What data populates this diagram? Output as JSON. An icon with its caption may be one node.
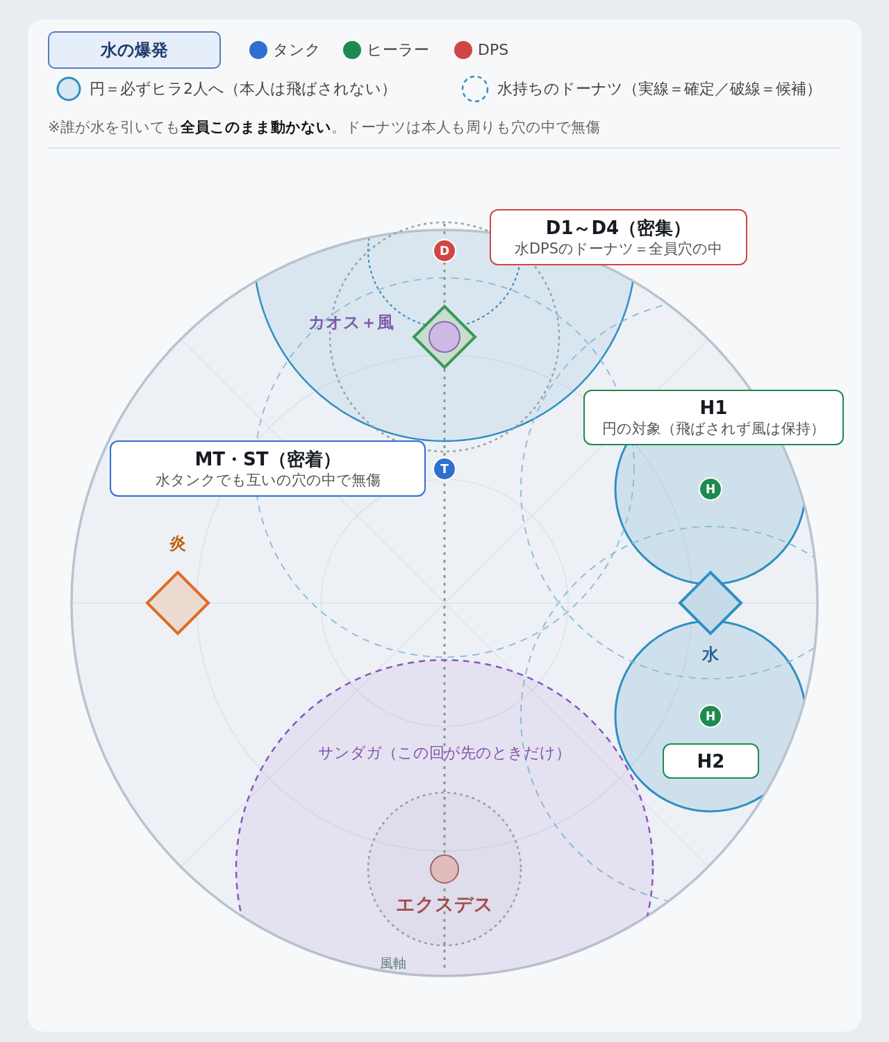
{
  "diagram": {
    "title": "水の爆発",
    "nodes": [
      {
        "text": [
          "D1～D4（密集）",
          "水DPSのドーナツ＝全員穴の中"
        ]
      },
      {
        "text": [
          "D"
        ]
      },
      {
        "text": [],
        "shape": "diamond",
        "beside": [
          "カオス＋風"
        ]
      },
      {
        "text": [],
        "shape": "circle",
        "in": 2
      },
      {
        "text": [
          "H1",
          "円の対象（飛ばされず風は保持）"
        ]
      },
      {
        "text": [
          "MT・ST（密着）",
          "水タンクでも互いの穴の中で無傷"
        ]
      },
      {
        "text": [
          "T"
        ]
      },
      {
        "text": [
          "H"
        ]
      },
      {
        "text": [],
        "shape": "diamond",
        "beside": [
          "炎"
        ]
      },
      {
        "text": [],
        "shape": "diamond",
        "beside": [
          "水"
        ]
      },
      {
        "text": [
          "H"
        ]
      },
      {
        "text": [
          "H2"
        ]
      },
      {
        "text": [
          "サンダガ（この回が先のときだけ）"
        ]
      },
      {
        "text": [],
        "shape": "circle",
        "beside": [
          "エクスデス"
        ],
        "in": 12
      }
    ],
    "labels": [
      "※誰が水を引いても**全員このまま動かない**。ドーナツは本人も周りも穴の中で無傷",
      "風軸"
    ],
    "legend": [
      {
        "text": "タンク",
        "color": "#2f6fcf"
      },
      {
        "text": "ヒーラー",
        "color": "#1e8a50"
      },
      {
        "text": "DPS",
        "color": "#d04545"
      },
      {
        "text": "円＝必ずヒラ2人へ（本人は飛ばされない）"
      },
      {
        "text": "水持ちのドーナツ（実線＝確定／破線＝候補）"
      }
    ]
  }
}
